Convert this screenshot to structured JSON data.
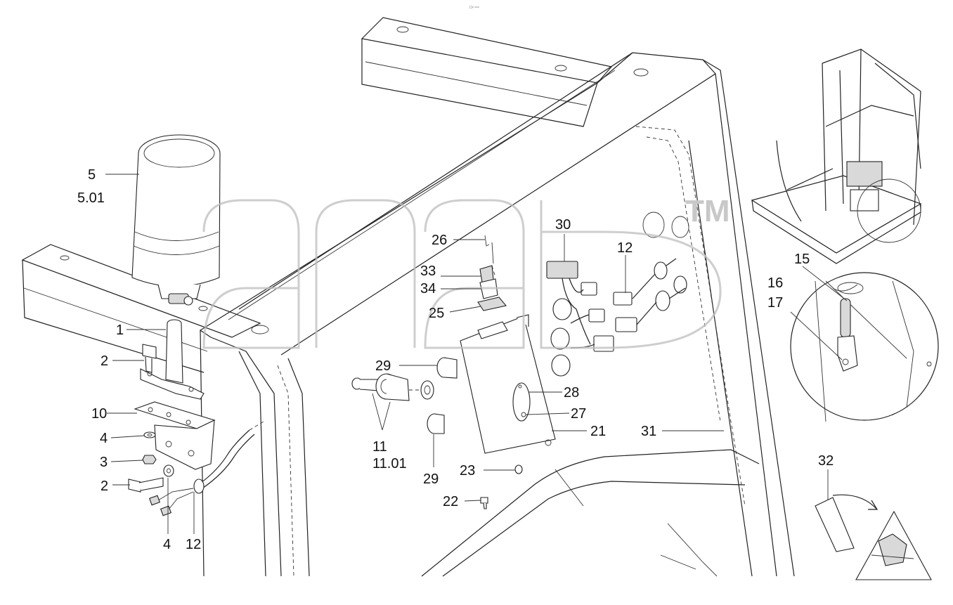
{
  "header_mark": "□▫ ▫▫▫",
  "watermark_tm": "TM",
  "callouts": [
    {
      "id": "c5",
      "text": "5"
    },
    {
      "id": "c501",
      "text": "5.01"
    },
    {
      "id": "c1",
      "text": "1"
    },
    {
      "id": "c2a",
      "text": "2"
    },
    {
      "id": "c10",
      "text": "10"
    },
    {
      "id": "c4a",
      "text": "4"
    },
    {
      "id": "c3",
      "text": "3"
    },
    {
      "id": "c2b",
      "text": "2"
    },
    {
      "id": "c4b",
      "text": "4"
    },
    {
      "id": "c12a",
      "text": "12"
    },
    {
      "id": "c26",
      "text": "26"
    },
    {
      "id": "c33",
      "text": "33"
    },
    {
      "id": "c34",
      "text": "34"
    },
    {
      "id": "c25",
      "text": "25"
    },
    {
      "id": "c29a",
      "text": "29"
    },
    {
      "id": "c11",
      "text": "11"
    },
    {
      "id": "c1101",
      "text": "11.01"
    },
    {
      "id": "c29b",
      "text": "29"
    },
    {
      "id": "c23",
      "text": "23"
    },
    {
      "id": "c22",
      "text": "22"
    },
    {
      "id": "c30",
      "text": "30"
    },
    {
      "id": "c12b",
      "text": "12"
    },
    {
      "id": "c28",
      "text": "28"
    },
    {
      "id": "c27",
      "text": "27"
    },
    {
      "id": "c21",
      "text": "21"
    },
    {
      "id": "c31",
      "text": "31"
    },
    {
      "id": "c15",
      "text": "15"
    },
    {
      "id": "c16",
      "text": "16"
    },
    {
      "id": "c17",
      "text": "17"
    },
    {
      "id": "c32",
      "text": "32"
    }
  ]
}
